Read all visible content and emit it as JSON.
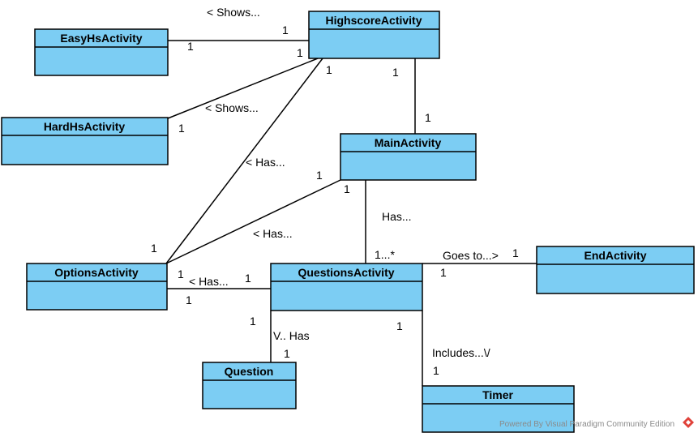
{
  "colors": {
    "box_fill": "#7ccdf3",
    "box_stroke": "#000000",
    "line": "#000000",
    "watermark": "#8a8a8a",
    "logo": "#e0423a"
  },
  "classes": {
    "highscore": "HighscoreActivity",
    "easyhs": "EasyHsActivity",
    "hardhs": "HardHsActivity",
    "main": "MainActivity",
    "options": "OptionsActivity",
    "questions": "QuestionsActivity",
    "end": "EndActivity",
    "question": "Question",
    "timer": "Timer"
  },
  "labels": {
    "shows_easy": "< Shows...",
    "shows_hard": "< Shows...",
    "has_options_highscore": "< Has...",
    "has_options_main": "< Has...",
    "has_main_questions": "Has...",
    "goes_to": "Goes to...>",
    "has_options_questions": "< Has...",
    "has_question": "V.. Has",
    "includes": "Includes...\\/"
  },
  "multiplicities": {
    "m_hs_easy": "1",
    "m_easy": "1",
    "m_hs_hard": "1",
    "m_hard": "1",
    "m_hs_options": "1",
    "m_hs_main": "1",
    "m_main_hs": "1",
    "m_main_options": "1",
    "m_main_questions": "1",
    "m_options_hs": "1",
    "m_options_q": "1",
    "m_options_q2": "1",
    "m_questions_star": "1...*",
    "m_questions_options": "1",
    "m_end": "1",
    "m_questions_end": "1",
    "m_questions_question": "1",
    "m_question": "1",
    "m_questions_timer": "1",
    "m_timer": "1"
  },
  "watermark": "Powered By  Visual Paradigm Community Edition"
}
